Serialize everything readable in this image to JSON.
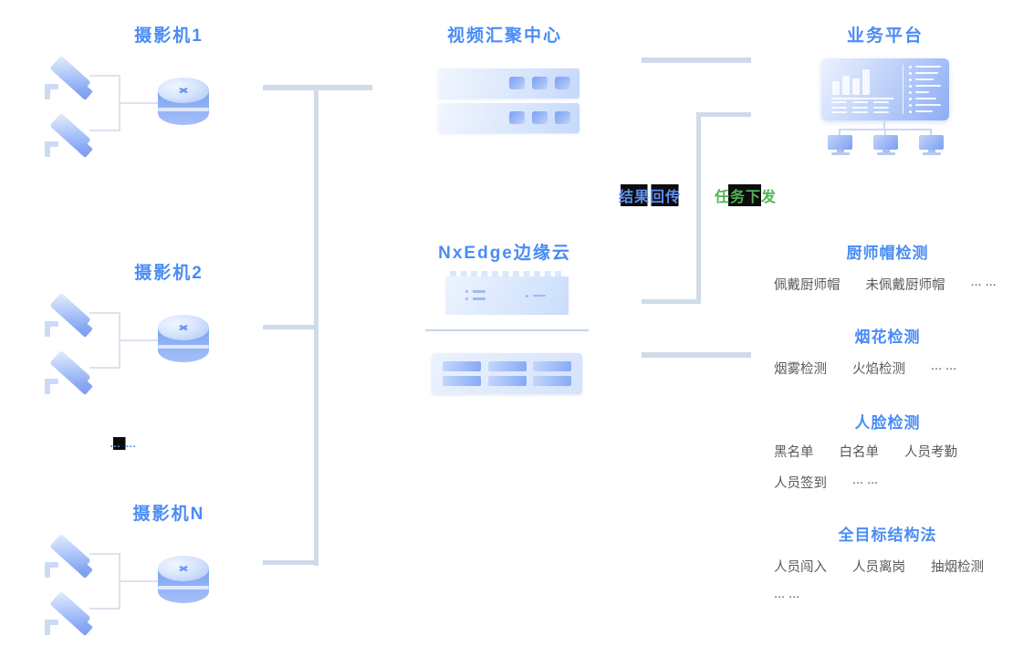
{
  "accent": {
    "blue": "#4a8cf5",
    "green": "#4fb354",
    "text_gray": "#595959",
    "line": "#cfdbe9"
  },
  "cameras": {
    "groups": [
      {
        "label": "摄影机1"
      },
      {
        "label": "摄影机2"
      },
      {
        "label": "摄影机N"
      }
    ],
    "separator": "… …"
  },
  "video_center": {
    "title": "视频汇聚中心"
  },
  "edge_cloud": {
    "title": "NxEdge边缘云"
  },
  "platform": {
    "title": "业务平台"
  },
  "flows": {
    "result_return": "结果回传",
    "task_dispatch": "任务下发"
  },
  "detections": [
    {
      "title": "厨师帽检测",
      "rows": [
        [
          "佩戴厨师帽",
          "未佩戴厨师帽",
          "... ..."
        ]
      ]
    },
    {
      "title": "烟花检测",
      "rows": [
        [
          "烟雾检测",
          "火焰检测",
          "... ..."
        ]
      ]
    },
    {
      "title": "人脸检测",
      "rows": [
        [
          "黑名单",
          "白名单",
          "人员考勤"
        ],
        [
          "人员签到",
          "... ..."
        ]
      ]
    },
    {
      "title": "全目标结构法",
      "rows": [
        [
          "人员闯入",
          "人员离岗",
          "抽烟检测"
        ],
        [
          "... ..."
        ]
      ]
    }
  ]
}
